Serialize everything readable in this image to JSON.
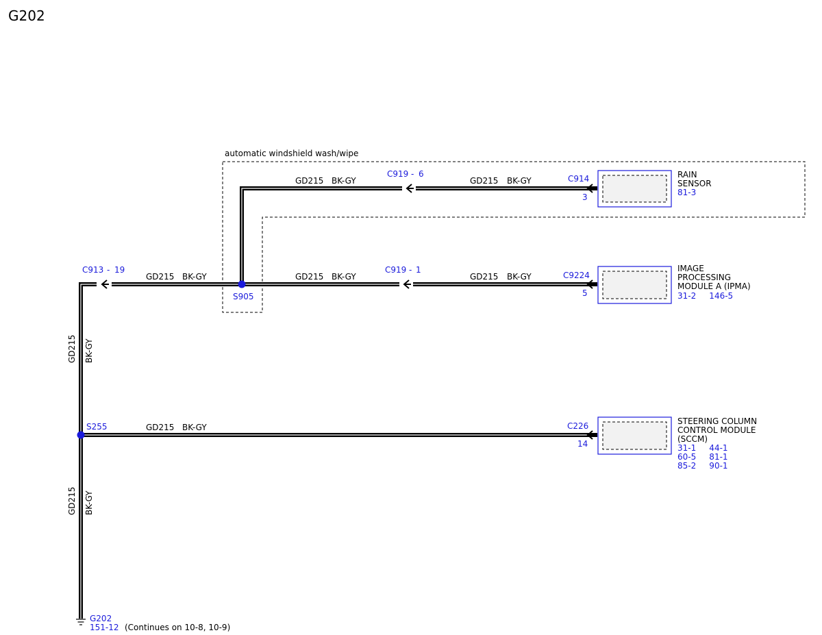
{
  "page_title": "G202",
  "group_label": "automatic windshield wash/wipe",
  "wire": {
    "circuit": "GD215",
    "color": "BK-GY"
  },
  "splices": {
    "s905": "S905",
    "s255": "S255"
  },
  "inline_connectors": {
    "c919_6": {
      "name": "C919",
      "sep": "-",
      "pin": "6"
    },
    "c919_1": {
      "name": "C919",
      "sep": "-",
      "pin": "1"
    },
    "c913_19": {
      "name": "C913",
      "sep": "-",
      "pin": "19"
    }
  },
  "modules": {
    "rain_sensor": {
      "connector": "C914",
      "pin": "3",
      "name_lines": [
        "RAIN",
        "SENSOR"
      ],
      "refs": [
        "81-3"
      ]
    },
    "ipma": {
      "connector": "C9224",
      "pin": "5",
      "name_lines": [
        "IMAGE",
        "PROCESSING",
        "MODULE A (IPMA)"
      ],
      "refs": [
        "31-2     146-5"
      ]
    },
    "sccm": {
      "connector": "C226",
      "pin": "14",
      "name_lines": [
        "STEERING COLUMN",
        "CONTROL MODULE",
        "(SCCM)"
      ],
      "refs": [
        "31-1     44-1",
        "60-5     81-1",
        "85-2     90-1"
      ]
    }
  },
  "ground": {
    "name": "G202",
    "ref": "151-12",
    "note": "(Continues on 10-8, 10-9)"
  },
  "colors": {
    "wire": "#000000",
    "label_blue": "#1a1adb",
    "splice_dot": "#1a1adb",
    "module_border": "#1a1adb",
    "module_fill": "#f2f2f2"
  }
}
